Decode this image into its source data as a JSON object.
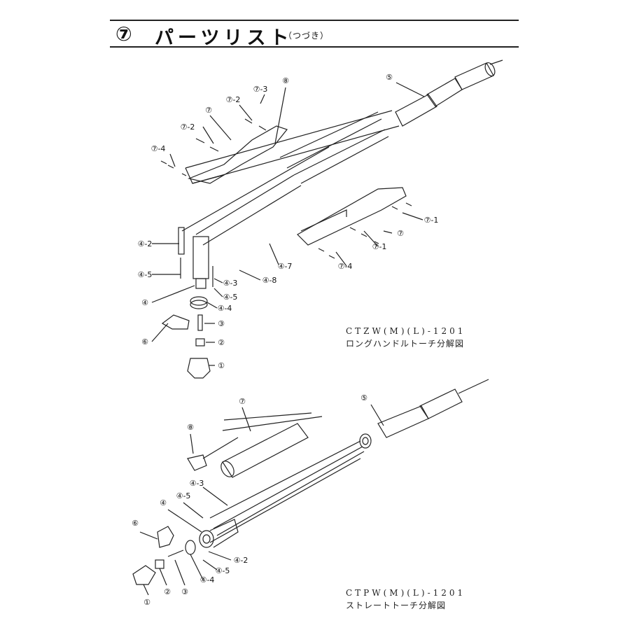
{
  "header": {
    "section_number": "⑦",
    "title": "パーツリスト",
    "subtitle": "（つづき）"
  },
  "figures": [
    {
      "model": "CTZW(M)(L)-1201",
      "description": "ロングハンドルトーチ分解図",
      "callouts": [
        "⑤",
        "⑧",
        "⑦-3",
        "⑦-2",
        "⑦",
        "⑦-2",
        "⑦-4",
        "⑦-1",
        "⑦",
        "⑦-1",
        "⑦-4",
        "④-2",
        "④-5",
        "④",
        "④-3",
        "④-5",
        "④-4",
        "④-7",
        "④-8",
        "③",
        "⑥",
        "②",
        "①"
      ]
    },
    {
      "model": "CTPW(M)(L)-1201",
      "description": "ストレートトーチ分解図",
      "callouts": [
        "⑤",
        "⑦",
        "⑧",
        "④-3",
        "④",
        "④-5",
        "⑥",
        "④-2",
        "④-5",
        "④-4",
        "①",
        "②",
        "③"
      ]
    }
  ]
}
